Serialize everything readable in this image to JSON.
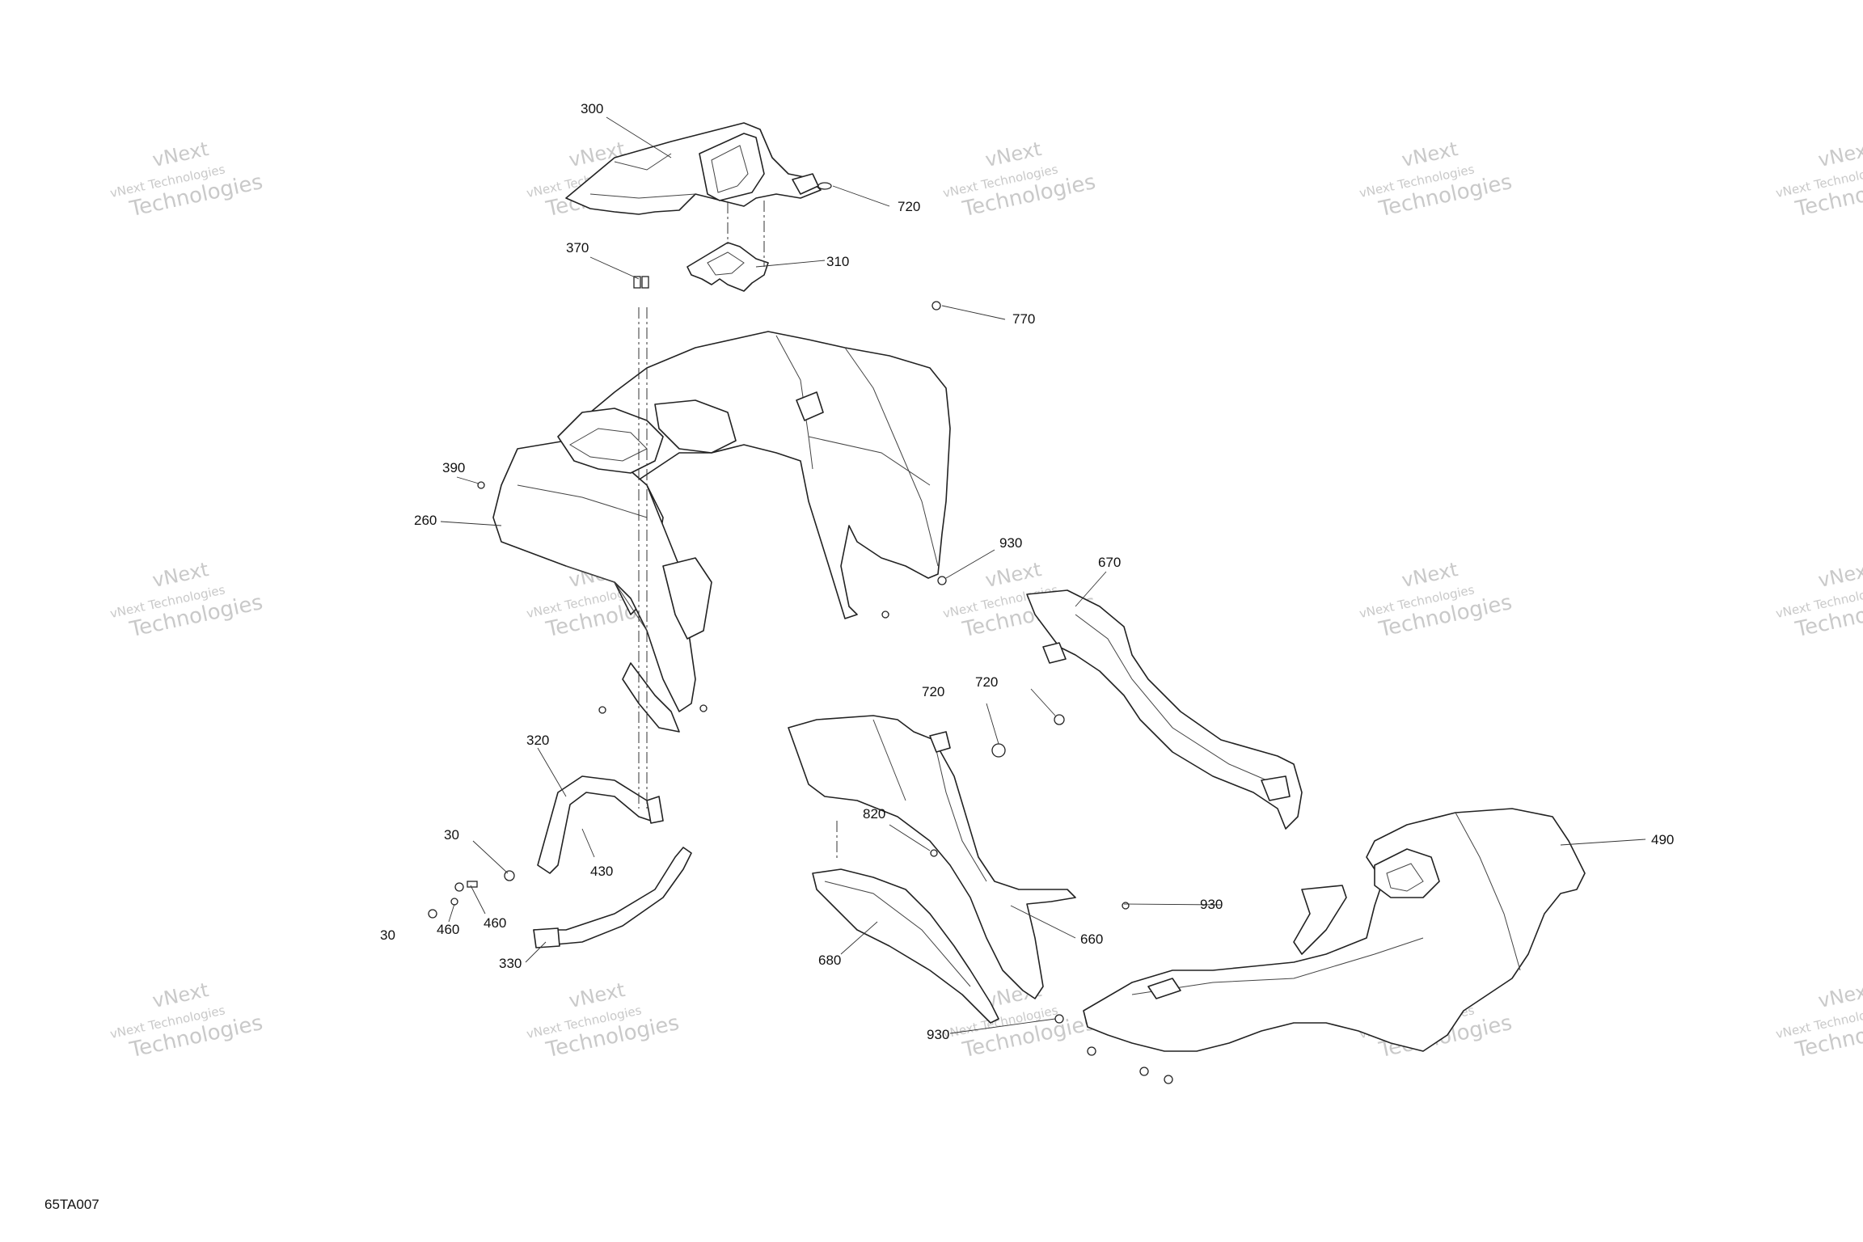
{
  "figure_code": "65TA007",
  "watermark": {
    "line1": "vNext",
    "line2": "vNext Technologies",
    "line3": "Technologies"
  },
  "callouts": {
    "c300": "300",
    "c720a": "720",
    "c370": "370",
    "c310": "310",
    "c770": "770",
    "c390": "390",
    "c260": "260",
    "c930a": "930",
    "c670": "670",
    "c720b": "720",
    "c720c": "720",
    "c320": "320",
    "c820": "820",
    "c490": "490",
    "c30a": "30",
    "c430": "430",
    "c460a": "460",
    "c460b": "460",
    "c30b": "30",
    "c930b": "930",
    "c660": "660",
    "c680": "680",
    "c330": "330",
    "c930c": "930"
  }
}
